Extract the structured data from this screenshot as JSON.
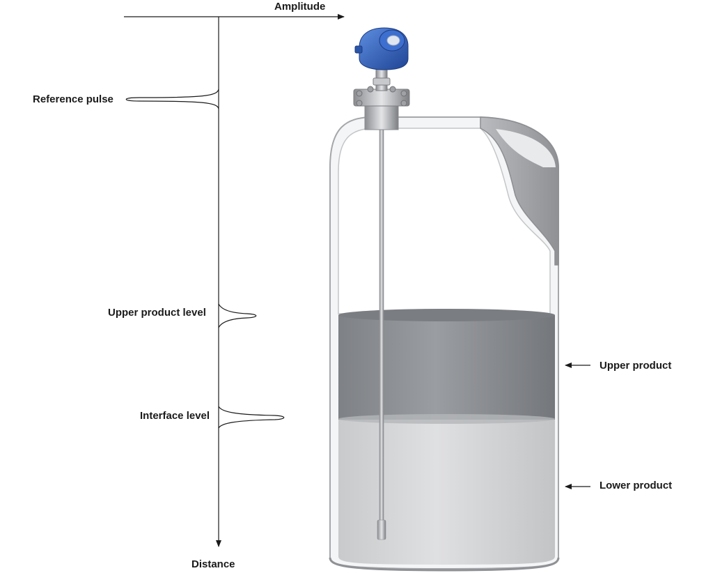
{
  "axes": {
    "x_label": "Amplitude",
    "y_label": "Distance"
  },
  "pulses": [
    {
      "label": "Reference pulse",
      "direction": "left"
    },
    {
      "label": "Upper product level",
      "direction": "right"
    },
    {
      "label": "Interface level",
      "direction": "right"
    }
  ],
  "products": [
    {
      "label": "Upper product",
      "color": "#8e9195"
    },
    {
      "label": "Lower product",
      "color": "#d3d5d7"
    }
  ],
  "colors": {
    "transmitter": "#2f5fb8",
    "tank_outline": "#9a9c9f"
  }
}
